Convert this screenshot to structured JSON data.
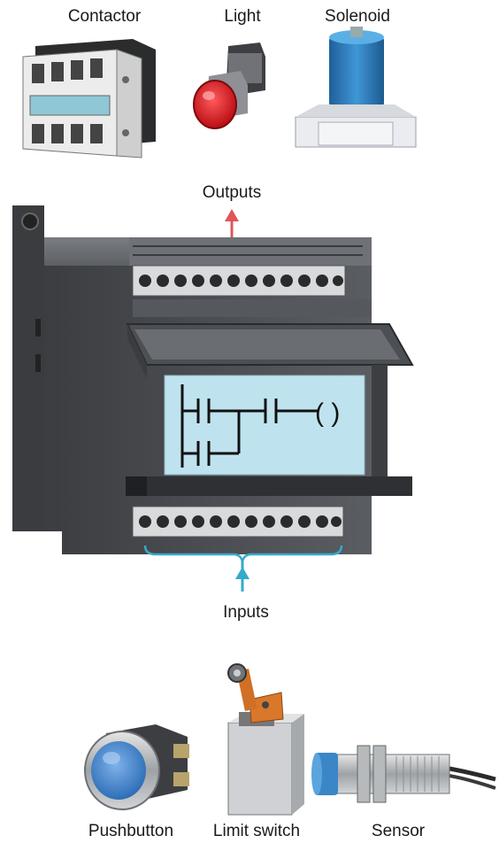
{
  "outputs": {
    "heading": "Outputs",
    "devices": [
      {
        "label": "Contactor",
        "icon": "contactor-icon"
      },
      {
        "label": "Light",
        "icon": "pilot-light-icon"
      },
      {
        "label": "Solenoid",
        "icon": "solenoid-valve-icon"
      }
    ]
  },
  "inputs": {
    "heading": "Inputs",
    "devices": [
      {
        "label": "Pushbutton",
        "icon": "pushbutton-icon"
      },
      {
        "label": "Limit switch",
        "icon": "limit-switch-icon"
      },
      {
        "label": "Sensor",
        "icon": "proximity-sensor-icon"
      }
    ]
  },
  "plc": {
    "icon": "plc-icon",
    "display_icon": "ladder-logic-icon",
    "ladder_symbol": "( )"
  },
  "colors": {
    "output_arrow": "#e0555a",
    "input_arrow": "#35aacb",
    "screen": "#bfe3ee",
    "plc_body": "#4a4d52",
    "light_lens": "#d8141c",
    "pushbutton_cap": "#4f8fd6",
    "solenoid_coil": "#2c7fc0",
    "limit_switch_lever": "#d9772a"
  }
}
